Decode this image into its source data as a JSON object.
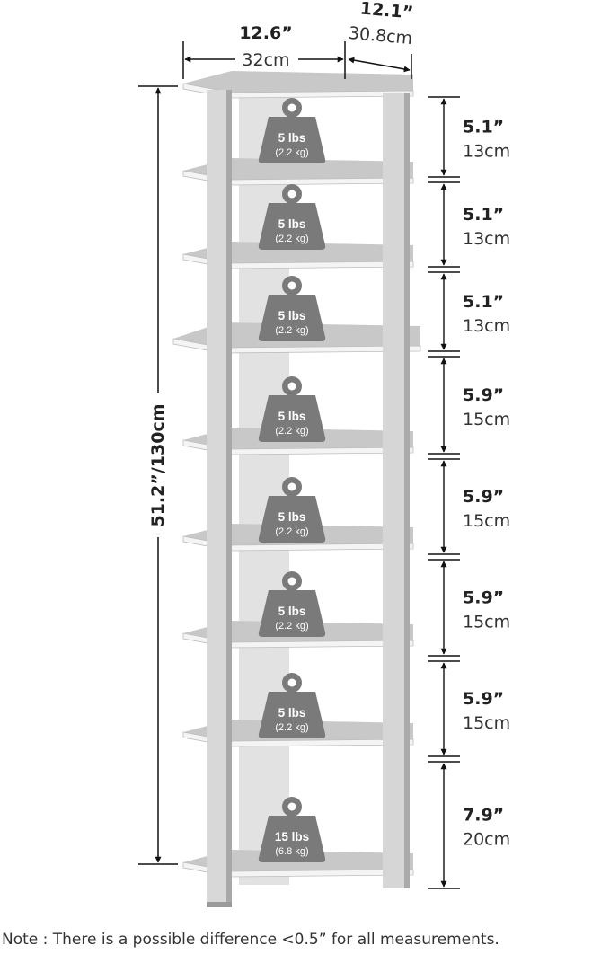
{
  "dimensions": {
    "width": {
      "imperial": "12.6”",
      "metric": "32cm"
    },
    "depth": {
      "imperial": "12.1”",
      "metric": "30.8cm"
    },
    "height": {
      "label": "51.2”/130cm"
    }
  },
  "gaps": [
    {
      "imperial": "5.1”",
      "metric": "13cm"
    },
    {
      "imperial": "5.1”",
      "metric": "13cm"
    },
    {
      "imperial": "5.1”",
      "metric": "13cm"
    },
    {
      "imperial": "5.9”",
      "metric": "15cm"
    },
    {
      "imperial": "5.9”",
      "metric": "15cm"
    },
    {
      "imperial": "5.9”",
      "metric": "15cm"
    },
    {
      "imperial": "5.9”",
      "metric": "15cm"
    },
    {
      "imperial": "7.9”",
      "metric": "20cm"
    }
  ],
  "weights": [
    {
      "lbs": "5 lbs",
      "kg": "(2.2 kg)"
    },
    {
      "lbs": "5 lbs",
      "kg": "(2.2 kg)"
    },
    {
      "lbs": "5 lbs",
      "kg": "(2.2 kg)"
    },
    {
      "lbs": "5 lbs",
      "kg": "(2.2 kg)"
    },
    {
      "lbs": "5 lbs",
      "kg": "(2.2 kg)"
    },
    {
      "lbs": "5 lbs",
      "kg": "(2.2 kg)"
    },
    {
      "lbs": "5 lbs",
      "kg": "(2.2 kg)"
    },
    {
      "lbs": "15 lbs",
      "kg": "(6.8 kg)"
    }
  ],
  "note": "Note : There is a possible difference <0.5” for all measurements.",
  "colors": {
    "shelf_top": "#c8c8c8",
    "shelf_edge": "#f4f4f4",
    "panel": "#d6d6d6",
    "panel_dark": "#aaaaaa",
    "weight_icon": "#7a7a7a",
    "arrow": "#111111"
  }
}
